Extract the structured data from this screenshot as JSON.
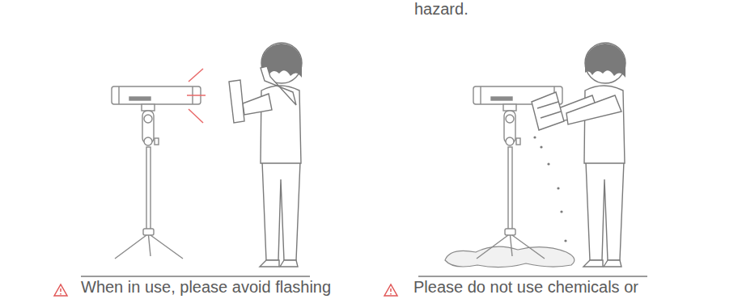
{
  "diagram": {
    "labels": [
      "hazard.",
      "When in use, please avoid flashing",
      "Please do not use chemicals or"
    ]
  }
}
